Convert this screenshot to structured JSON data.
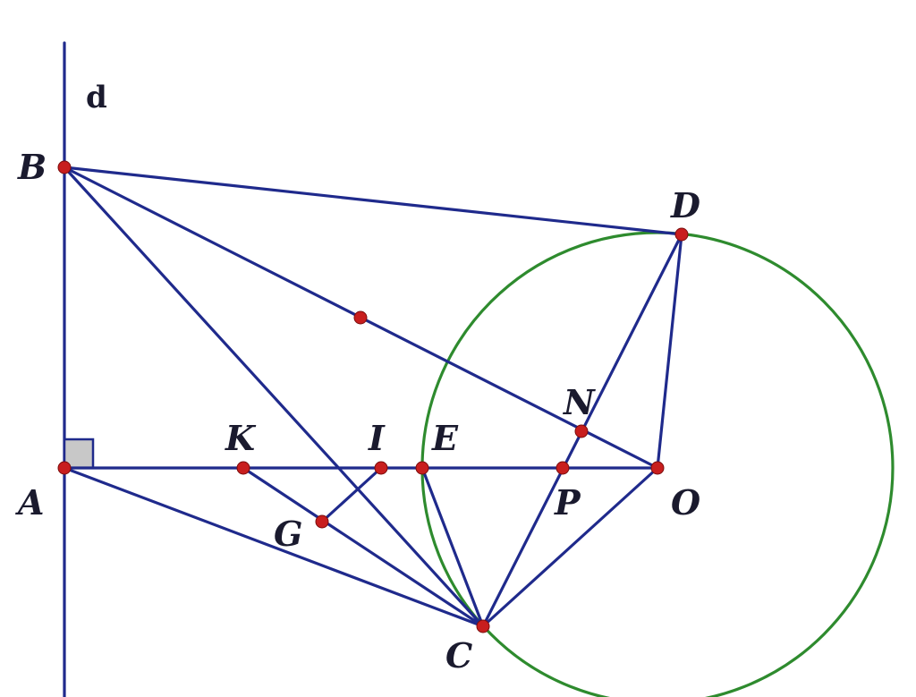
{
  "diagram": {
    "line_label": "d",
    "points": {
      "A": "A",
      "B": "B",
      "C": "C",
      "D": "D",
      "E": "E",
      "G": "G",
      "I": "I",
      "K": "K",
      "N": "N",
      "O": "O",
      "P": "P"
    },
    "colors": {
      "segments": "#1f2a8c",
      "circle": "#2e8b2e",
      "points": "#c81e1e",
      "right_angle_fill": "#c8c8c8"
    }
  }
}
